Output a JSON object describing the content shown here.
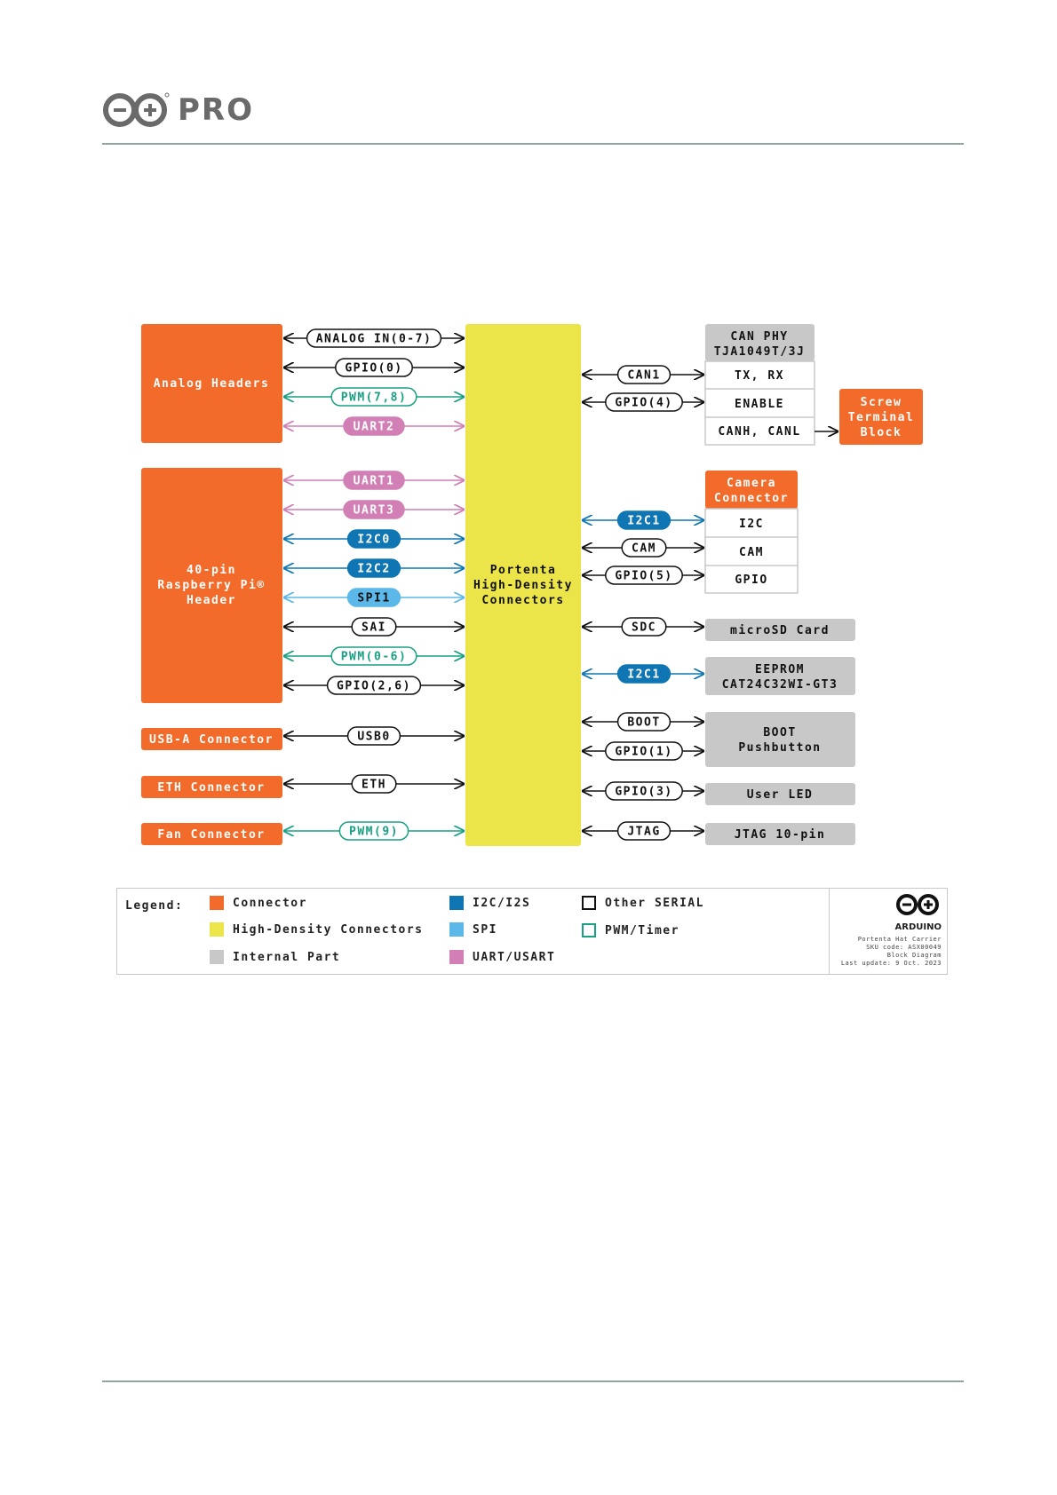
{
  "header": {
    "brand_text": "PRO"
  },
  "colors": {
    "connector": "#f26b2a",
    "high_density": "#ece54a",
    "internal": "#c8c8c8",
    "i2c": "#0f76b3",
    "spi": "#5bb8e8",
    "uart": "#d17fb5",
    "other_serial": "#111111",
    "pwm": "#18a083"
  },
  "blocks": {
    "analog_headers": "Analog Headers",
    "rpi_header": [
      "40-pin",
      "Raspberry Pi®",
      "Header"
    ],
    "usb_a": "USB-A Connector",
    "eth": "ETH Connector",
    "fan": "Fan Connector",
    "hd": [
      "Portenta",
      "High-Density",
      "Connectors"
    ],
    "can_phy": [
      "CAN PHY",
      "TJA1049T/3J"
    ],
    "can_rows": [
      "TX, RX",
      "ENABLE",
      "CANH, CANL"
    ],
    "screw": [
      "Screw",
      "Terminal",
      "Block"
    ],
    "camera": [
      "Camera",
      "Connector"
    ],
    "camera_rows": [
      "I2C",
      "CAM",
      "GPIO"
    ],
    "microsd": "microSD Card",
    "eeprom": [
      "EEPROM",
      "CAT24C32WI-GT3"
    ],
    "boot": [
      "BOOT",
      "Pushbutton"
    ],
    "user_led": "User LED",
    "jtag": "JTAG 10-pin"
  },
  "left_signals": [
    {
      "label": "ANALOG IN(0-7)",
      "type": "other",
      "y": 1
    },
    {
      "label": "GPIO(0)",
      "type": "other"
    },
    {
      "label": "PWM(7,8)",
      "type": "pwm"
    },
    {
      "label": "UART2",
      "type": "uart"
    },
    {
      "label": "UART1",
      "type": "uart"
    },
    {
      "label": "UART3",
      "type": "uart"
    },
    {
      "label": "I2C0",
      "type": "i2c"
    },
    {
      "label": "I2C2",
      "type": "i2c"
    },
    {
      "label": "SPI1",
      "type": "spi"
    },
    {
      "label": "SAI",
      "type": "other"
    },
    {
      "label": "PWM(0-6)",
      "type": "pwm"
    },
    {
      "label": "GPIO(2,6)",
      "type": "other"
    },
    {
      "label": "USB0",
      "type": "other"
    },
    {
      "label": "ETH",
      "type": "other"
    },
    {
      "label": "PWM(9)",
      "type": "pwm"
    }
  ],
  "right_signals": [
    {
      "label": "CAN1",
      "type": "other"
    },
    {
      "label": "GPIO(4)",
      "type": "other"
    },
    {
      "label": "I2C1",
      "type": "i2c"
    },
    {
      "label": "CAM",
      "type": "other"
    },
    {
      "label": "GPIO(5)",
      "type": "other"
    },
    {
      "label": "SDC",
      "type": "other"
    },
    {
      "label": "I2C1",
      "type": "i2c"
    },
    {
      "label": "BOOT",
      "type": "other"
    },
    {
      "label": "GPIO(1)",
      "type": "other"
    },
    {
      "label": "GPIO(3)",
      "type": "other"
    },
    {
      "label": "JTAG",
      "type": "other"
    }
  ],
  "legend": {
    "title": "Legend:",
    "connector": "Connector",
    "high_density": "High-Density Connectors",
    "internal": "Internal Part",
    "i2c": "I2C/I2S",
    "spi": "SPI",
    "uart": "UART/USART",
    "other": "Other SERIAL",
    "pwm": "PWM/Timer"
  },
  "footer_brand": {
    "name": "ARDUINO",
    "lines": [
      "Portenta Hat Carrier",
      "SKU code: ASX00049",
      "Block Diagram",
      "Last update: 9 Oct. 2023"
    ]
  }
}
